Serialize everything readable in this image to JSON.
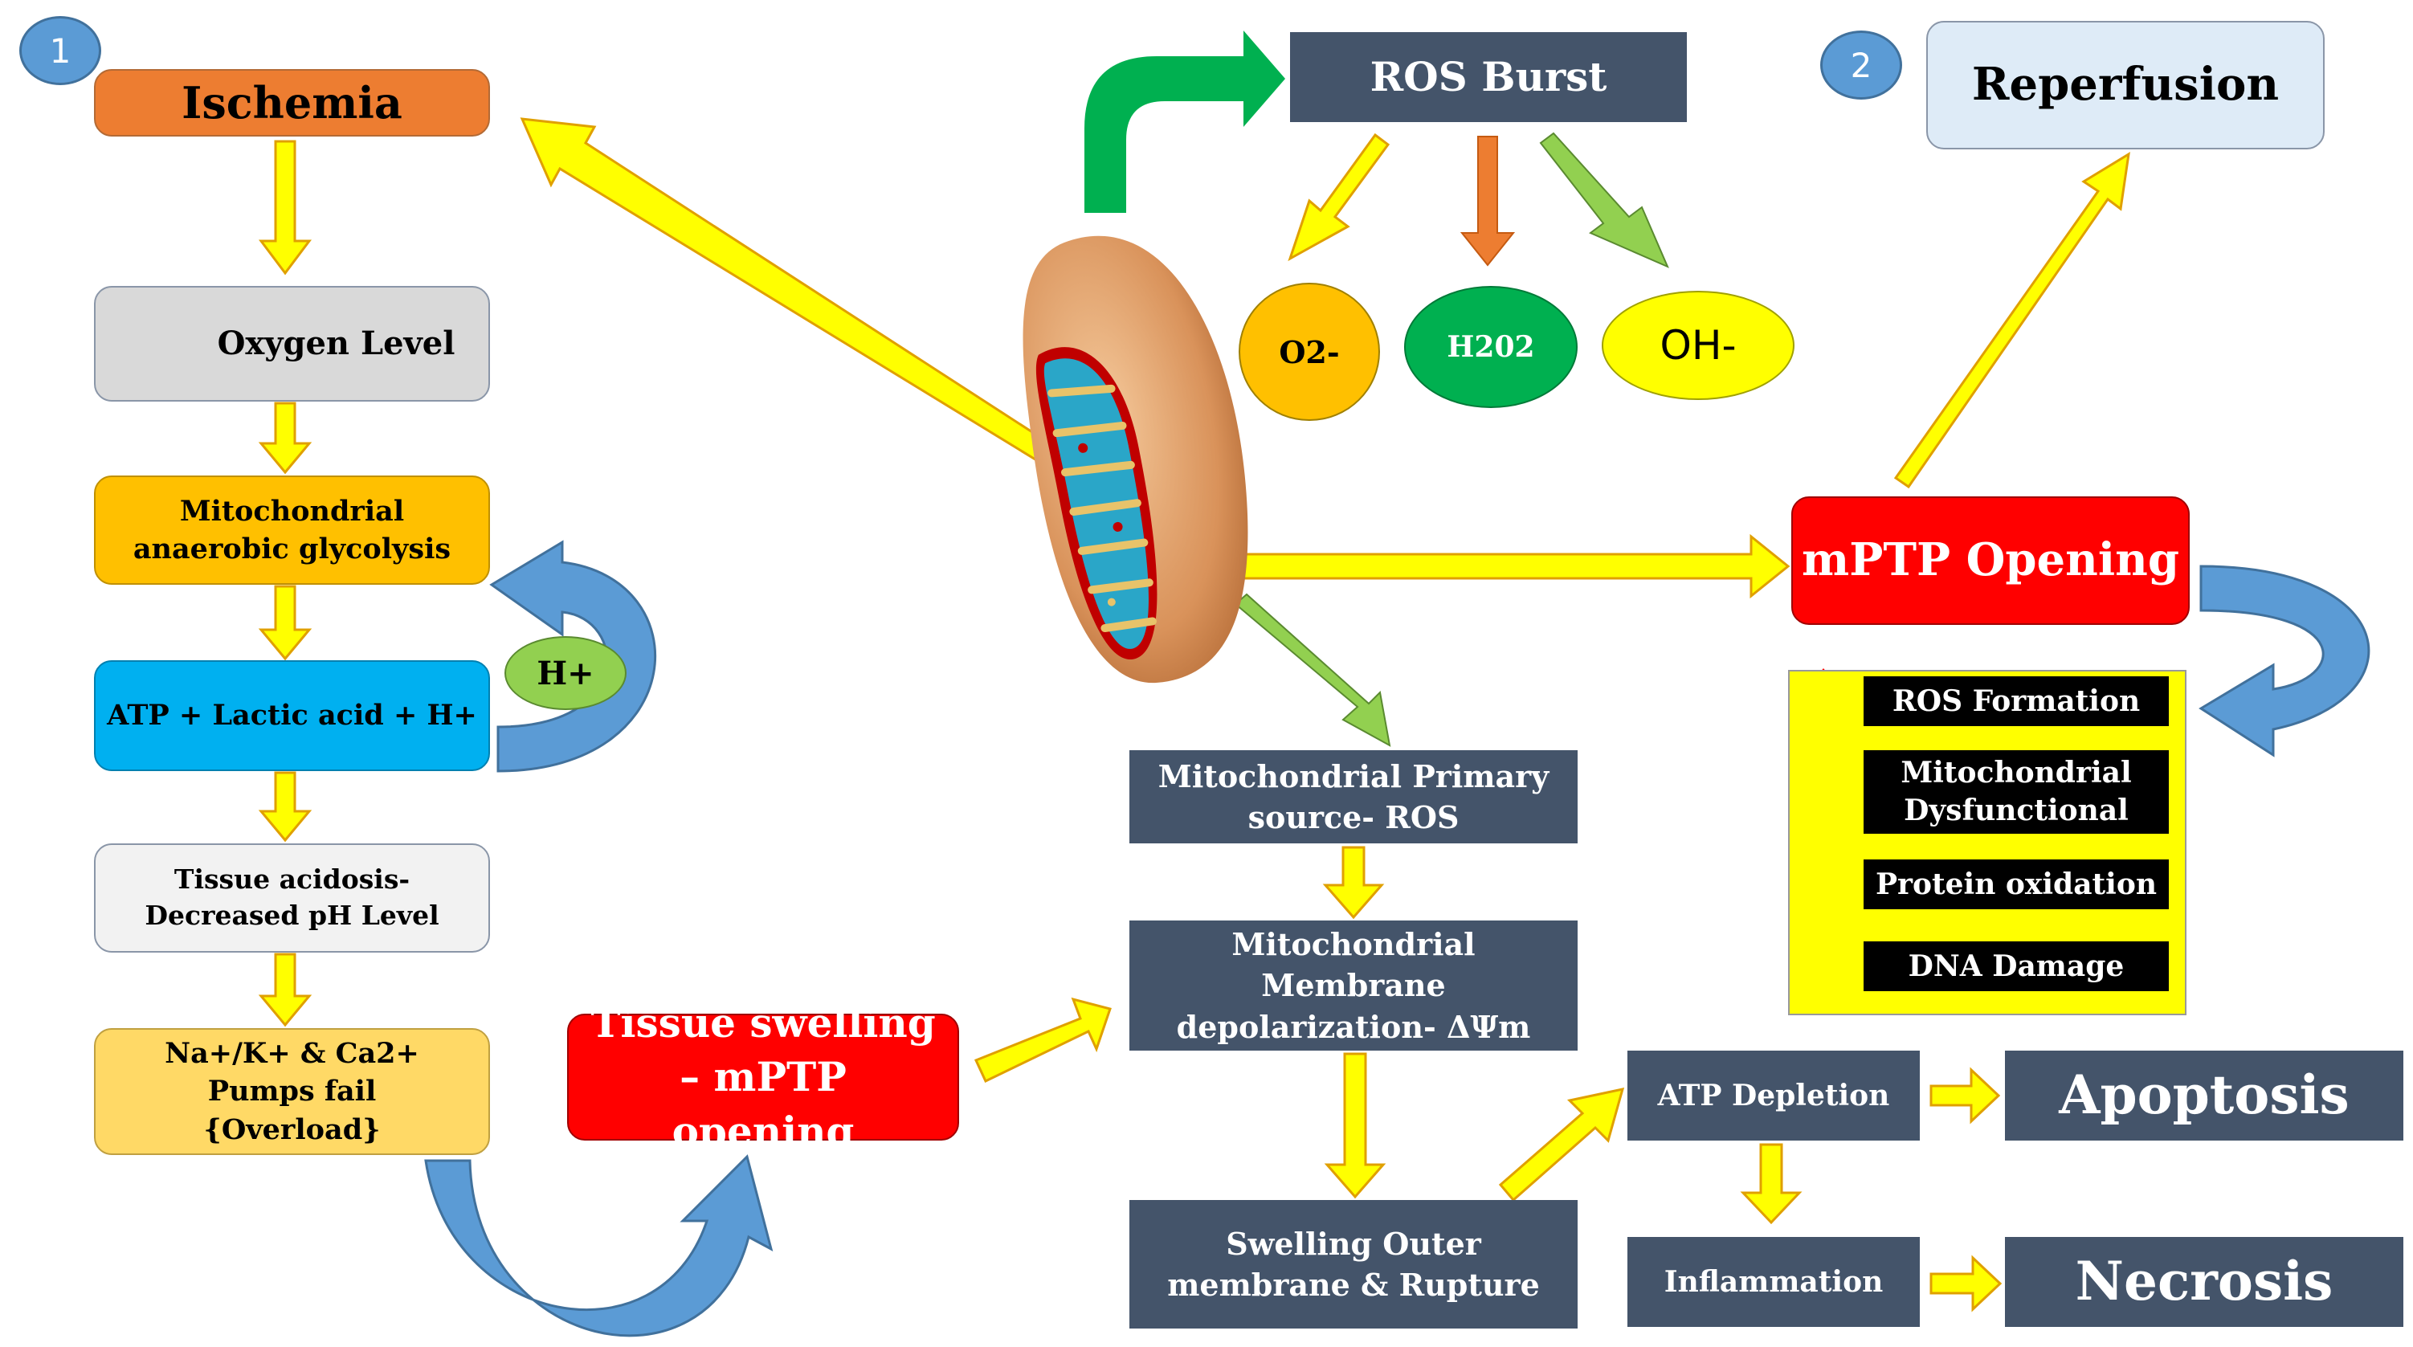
{
  "markers": {
    "ischemia": "1",
    "reperfusion": "2"
  },
  "left_flow": {
    "ischemia": "Ischemia",
    "oxygen": "Oxygen Level",
    "glycolysis": "Mitochondrial anaerobic glycolysis",
    "atp": "ATP + Lactic acid + H+",
    "acidosis": "Tissue acidosis- Decreased pH Level",
    "pumps": "Na+/K+ & Ca2+ Pumps fail {Overload}",
    "h_plus": "H+"
  },
  "swelling": "Tissue swelling – mPTP opening",
  "ros": {
    "burst": "ROS Burst",
    "o2": "O2-",
    "h2o2": "H202",
    "oh": "OH-"
  },
  "reperfusion": "Reperfusion",
  "mptp": "mPTP Opening",
  "effects": [
    "ROS Formation",
    "Mitochondrial Dysfunctional",
    "Protein oxidation",
    "DNA Damage"
  ],
  "center_flow": {
    "primary": "Mitochondrial Primary source- ROS",
    "membrane": "Mitochondrial Membrane depolarization- ΔΨm",
    "rupture": "Swelling Outer membrane & Rupture",
    "atp_depletion": "ATP Depletion",
    "inflammation": "Inflammation",
    "apoptosis": "Apoptosis",
    "necrosis": "Necrosis"
  },
  "colors": {
    "ischemia": "#ed7d31",
    "oxygen": "#d9d9d9",
    "glycolysis": "#ffc000",
    "atp": "#00b0f0",
    "acidosis": "#f2f2f2",
    "pumps": "#ffd966",
    "red": "#ff0000",
    "dark": "#44546a",
    "reperfusion": "#deebf7",
    "yellow_arrow": "#ffff00",
    "green_arrow": "#92d050",
    "blue_arrow": "#5b9bd5"
  }
}
